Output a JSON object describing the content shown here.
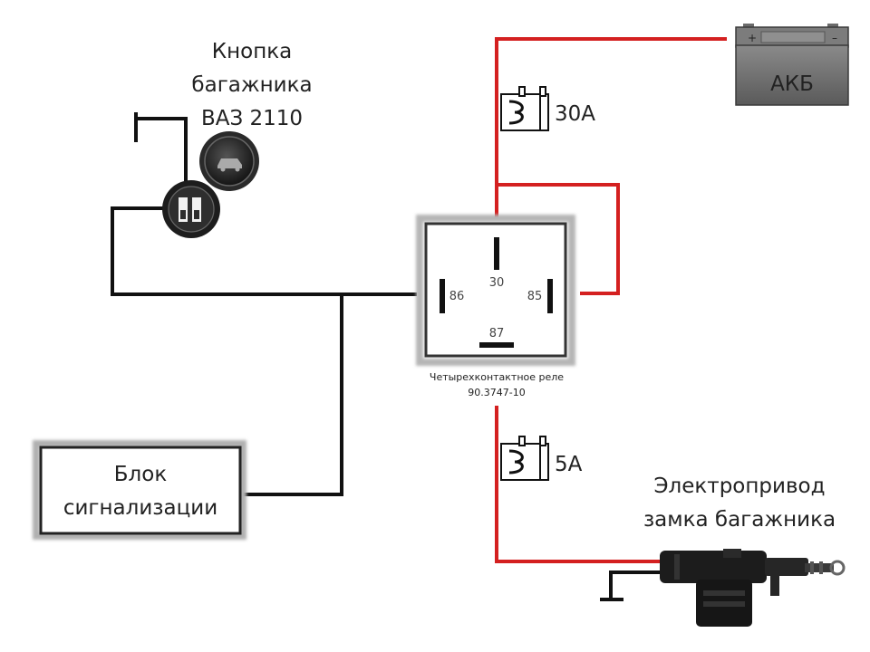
{
  "labels": {
    "button_line1": "Кнопка",
    "button_line2": "багажника",
    "button_line3": "ВАЗ 2110",
    "battery": "АКБ",
    "fuse_main": "30A",
    "fuse_actuator": "5A",
    "relay_pin_30": "30",
    "relay_pin_86": "86",
    "relay_pin_85": "85",
    "relay_pin_87": "87",
    "relay_caption_line1": "Четырехконтактное реле",
    "relay_caption_line2": "90.3747-10",
    "alarm_line1": "Блок",
    "alarm_line2": "сигнализации",
    "actuator_line1": "Электропривод",
    "actuator_line2": "замка багажника"
  },
  "colors": {
    "power_wire": "#d42020",
    "signal_wire": "#111111",
    "battery_body": "#6b6b6b"
  },
  "icons": {
    "button": "trunk-button-icon",
    "connector": "connector-icon",
    "fuse": "blade-fuse-icon",
    "battery": "battery-icon",
    "actuator": "door-lock-actuator-icon",
    "ground": "ground-symbol-icon"
  }
}
